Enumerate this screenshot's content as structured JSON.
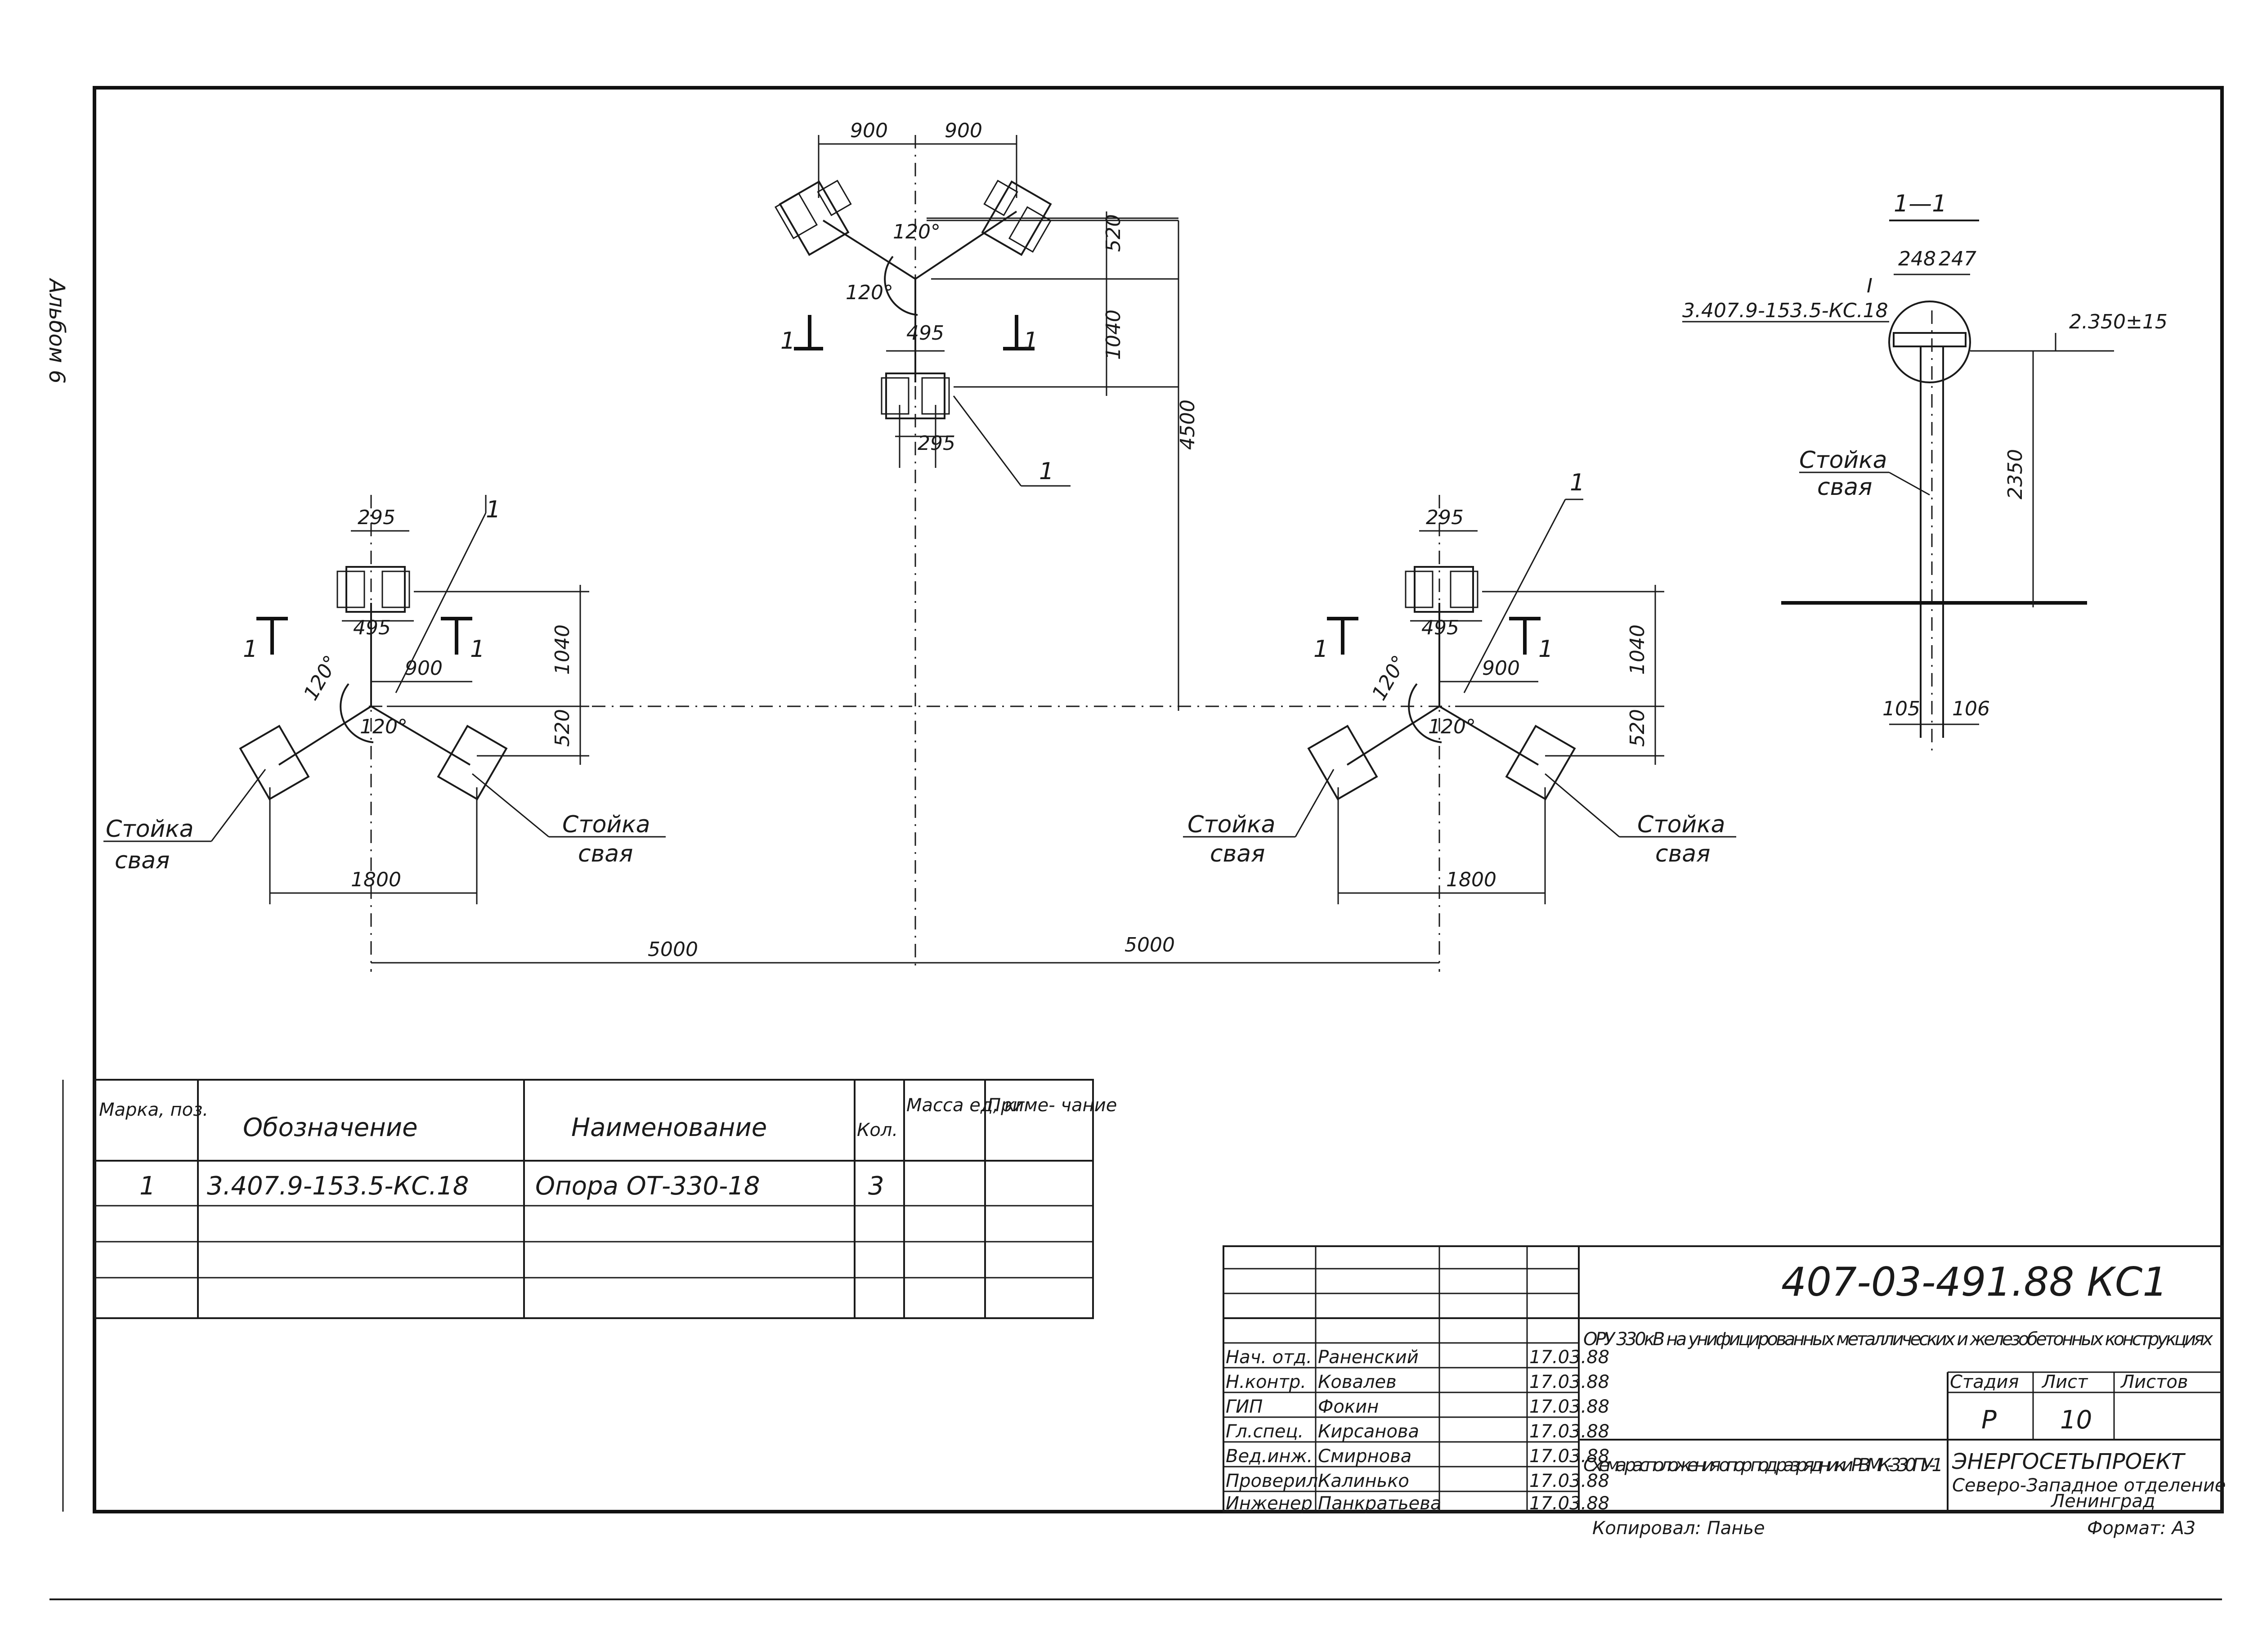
{
  "margin_note": "Альбом 6",
  "section_title": "1—1",
  "section_label_left": "1",
  "section_label_right": "1",
  "leader_mark": "1",
  "dims": {
    "d900": "900",
    "d520": "520",
    "d1040": "1040",
    "d4500": "4500",
    "d495": "495",
    "d295": "295",
    "d1800": "1800",
    "d5000": "5000",
    "angle": "120°",
    "d248": "248",
    "d247": "247",
    "d2350": "2350",
    "d105": "105",
    "d106": "106",
    "elev": "2.350±15",
    "ref_code": "3.407.9-153.5-КС.18",
    "ref_mark": "I"
  },
  "labels": {
    "stoika": "Стойка",
    "svaya": "свая"
  },
  "spec": {
    "headers": [
      "Марка, поз.",
      "Обозначение",
      "Наименование",
      "Кол.",
      "Масса ед, кг",
      "Приме- чание"
    ],
    "row": [
      "1",
      "3.407.9-153.5-КС.18",
      "Опора ОТ-330-18",
      "3",
      "",
      ""
    ]
  },
  "title_block": {
    "doc_code": "407-03-491.88 КС1",
    "project_name": "ОРУ 330кВ на унифицированных металлических и железобетонных конструкциях",
    "drawing_name": "Схема расположения опор под разрядники РВМК-330ПУ-1",
    "stage_header": "Стадия",
    "sheet_header": "Лист",
    "sheets_header": "Листов",
    "stage": "Р",
    "sheet": "10",
    "sheets": "",
    "org": "ЭНЕРГОСЕТЬПРОЕКТ",
    "org_branch": "Северо-Западное отделение",
    "org_city": "Ленинград",
    "copied": "Копировал: Панье",
    "format": "Формат: А3",
    "staff": [
      {
        "role": "Нач. отд.",
        "name": "Раненский",
        "date": "17.03.88"
      },
      {
        "role": "Н.контр.",
        "name": "Ковалев",
        "date": "17.03.88"
      },
      {
        "role": "ГИП",
        "name": "Фокин",
        "date": "17.03.88"
      },
      {
        "role": "Гл.спец.",
        "name": "Кирсанова",
        "date": "17.03.88"
      },
      {
        "role": "Вед.инж.",
        "name": "Смирнова",
        "date": "17.03.88"
      },
      {
        "role": "Проверил",
        "name": "Калинько",
        "date": "17.03.88"
      },
      {
        "role": "Инженер",
        "name": "Панкратьева",
        "date": "17.03.88"
      }
    ]
  }
}
